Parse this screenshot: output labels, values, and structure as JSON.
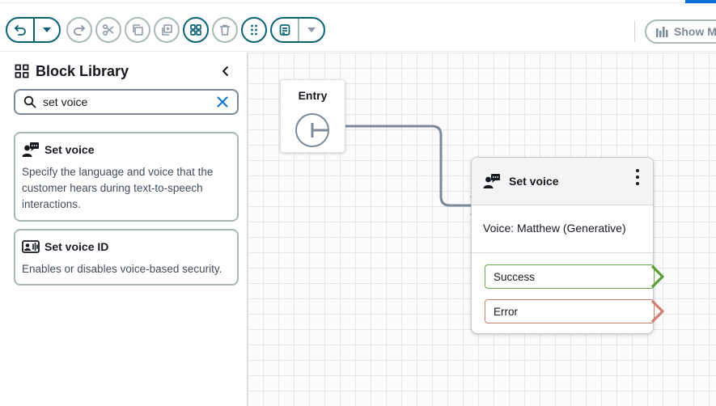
{
  "toolbar": {
    "show_label": "Show M",
    "icons": [
      "undo-icon",
      "dropdown-icon",
      "redo-icon",
      "scissors-icon",
      "copy-icon",
      "duplicate-icon",
      "grid-icon",
      "trash-icon",
      "drag-icon",
      "note-icon",
      "dropdown-icon"
    ]
  },
  "library": {
    "title": "Block Library",
    "search_value": "set voice",
    "results": [
      {
        "name": "Set voice",
        "description": "Specify the language and voice that the customer hears during text-to-speech interactions."
      },
      {
        "name": "Set voice ID",
        "description": "Enables or disables voice-based security."
      }
    ]
  },
  "canvas": {
    "entry_label": "Entry",
    "node": {
      "title": "Set voice",
      "body": "Voice: Matthew (Generative)",
      "branches": [
        "Success",
        "Error"
      ]
    }
  },
  "colors": {
    "accent": "#0a6375",
    "success": "#5a9c3a",
    "error": "#d0806f",
    "connector": "#7d8998"
  }
}
